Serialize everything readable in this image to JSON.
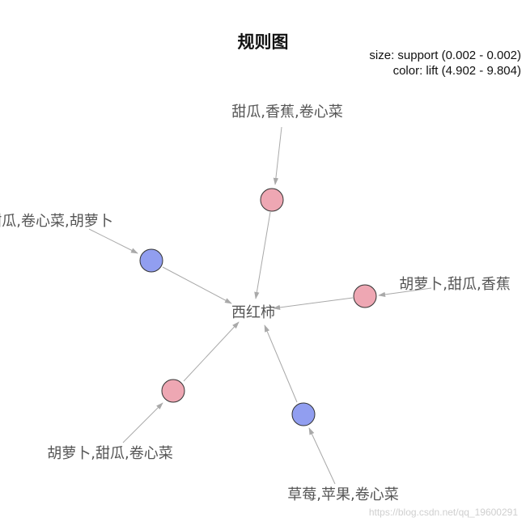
{
  "title": "规则图",
  "legend": {
    "size": "size: support (0.002 - 0.002)",
    "color": "color: lift (4.902 - 9.804)"
  },
  "colors": {
    "low_lift": "#919ef0",
    "high_lift": "#eea7b3",
    "edge": "#a9a9a9",
    "label": "#555555"
  },
  "graph": {
    "center_item": "西红柿",
    "antecedents": [
      {
        "id": "a1",
        "label": "甜瓜,香蕉,卷心菜",
        "lift": "high"
      },
      {
        "id": "a2",
        "label": "甜瓜,卷心菜,胡萝卜",
        "lift": "low"
      },
      {
        "id": "a3",
        "label": "胡萝卜,甜瓜,香蕉",
        "lift": "high"
      },
      {
        "id": "a4",
        "label": "胡萝卜,甜瓜,卷心菜",
        "lift": "high"
      },
      {
        "id": "a5",
        "label": "草莓,苹果,卷心菜",
        "lift": "low"
      }
    ]
  },
  "watermark": "https://blog.csdn.net/qq_19600291"
}
